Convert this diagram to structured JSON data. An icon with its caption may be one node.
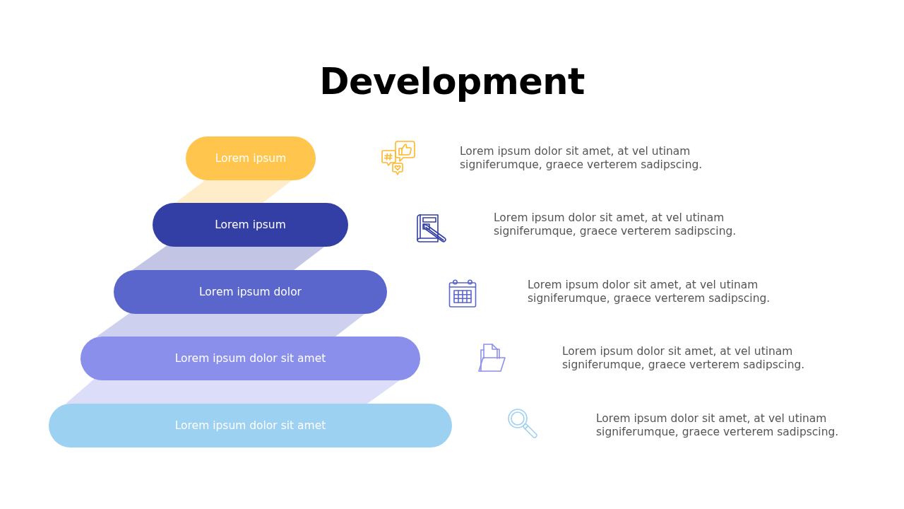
{
  "diagram": {
    "title": "Development",
    "nodes": [
      {
        "text": [
          "Lorem ipsum"
        ]
      },
      {
        "text": [
          "Lorem ipsum"
        ]
      },
      {
        "text": [
          "Lorem ipsum dolor"
        ]
      },
      {
        "text": [
          "Lorem ipsum dolor sit amet"
        ]
      },
      {
        "text": [
          "Lorem ipsum dolor sit amet"
        ]
      }
    ],
    "labels": [
      "Lorem ipsum dolor sit amet, at vel utinam signiferumque, graece verterem sadipscing.",
      "Lorem ipsum dolor sit amet, at vel utinam signiferumque, graece verterem sadipscing.",
      "Lorem ipsum dolor sit amet, at vel utinam signiferumque, graece verterem sadipscing.",
      "Lorem ipsum dolor sit amet, at vel utinam signiferumque, graece verterem sadipscing.",
      "Lorem ipsum dolor sit amet, at vel utinam signiferumque, graece verterem sadipscing."
    ]
  }
}
